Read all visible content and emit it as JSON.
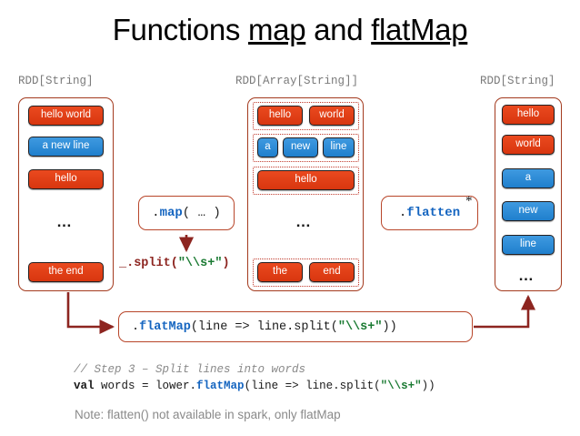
{
  "slide": {
    "title_prefix": "Functions ",
    "title_word1": "map",
    "title_middle": " and ",
    "title_word2": "flatMap"
  },
  "columns": {
    "left": {
      "header": "RDD[String]",
      "items": [
        {
          "label": "hello world",
          "color": "red"
        },
        {
          "label": "a new line",
          "color": "blue"
        },
        {
          "label": "hello",
          "color": "red"
        },
        {
          "label": "…",
          "color": "dots"
        },
        {
          "label": "the end",
          "color": "red"
        }
      ]
    },
    "middle": {
      "header": "RDD[Array[String]]",
      "groups": [
        {
          "items": [
            {
              "label": "hello",
              "color": "red"
            },
            {
              "label": "world",
              "color": "red"
            }
          ]
        },
        {
          "items": [
            {
              "label": "a",
              "color": "blue"
            },
            {
              "label": "new",
              "color": "blue"
            },
            {
              "label": "line",
              "color": "blue"
            }
          ]
        },
        {
          "items": [
            {
              "label": "hello",
              "color": "red"
            }
          ]
        },
        {
          "items": [
            {
              "label": "…",
              "color": "dots"
            }
          ]
        },
        {
          "items": [
            {
              "label": "the",
              "color": "red"
            },
            {
              "label": "end",
              "color": "red"
            }
          ]
        }
      ]
    },
    "right": {
      "header": "RDD[String]",
      "items": [
        {
          "label": "hello",
          "color": "red"
        },
        {
          "label": "world",
          "color": "red"
        },
        {
          "label": "a",
          "color": "blue"
        },
        {
          "label": "new",
          "color": "blue"
        },
        {
          "label": "line",
          "color": "blue"
        },
        {
          "label": "…",
          "color": "dots"
        }
      ]
    }
  },
  "operations": {
    "map": {
      "dot": ".",
      "name": "map",
      "args": "( … )"
    },
    "split": {
      "prefix": "_.",
      "name": "split",
      "open": "(",
      "string": "\"\\\\s+\"",
      "close": ")"
    },
    "flatten": {
      "dot": ".",
      "name": "flatten",
      "footnote": "*"
    },
    "flatmap": {
      "dot": ".",
      "name": "flatMap",
      "open": "(line => line.split(",
      "string": "\"\\\\s+\"",
      "close": "))"
    }
  },
  "code": {
    "comment": "// Step 3 – Split lines into words",
    "val_keyword": "val",
    "var_name": " words  = lower.",
    "flatmap_name": "flatMap",
    "flatmap_open": "(line => line.split(",
    "flatmap_string": "\"\\\\s+\"",
    "flatmap_close": "))"
  },
  "note": "Note: flatten() not available in spark, only flatMap",
  "colors": {
    "red_chip": "#e8431a",
    "blue_chip": "#2f8bd8",
    "container_border": "#a33a1e",
    "arrow": "#8d2520",
    "keyword_blue": "#1565c0",
    "string_green": "#1a7a32",
    "muted_text": "#8a8a8a"
  }
}
